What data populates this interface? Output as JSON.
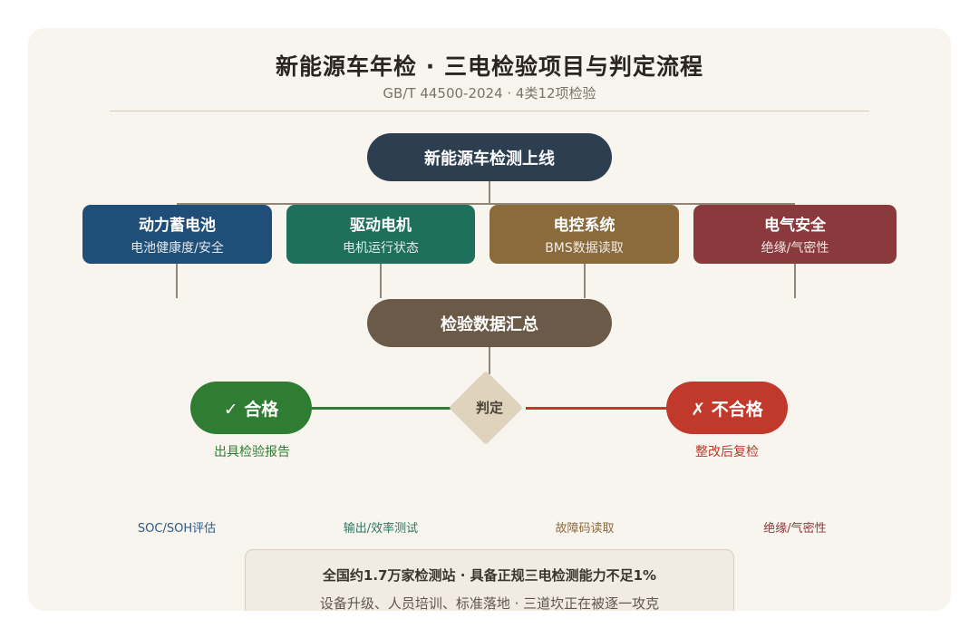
{
  "title": "新能源车年检 · 三电检验项目与判定流程",
  "subtitle": "GB/T 44500-2024 · 4类12项检验",
  "nodes": {
    "start": "新能源车检测上线",
    "summary": "检验数据汇总",
    "decision": "判定",
    "pass": "✓ 合格",
    "fail": "✗ 不合格",
    "pass_caption": "出具检验报告",
    "fail_caption": "整改后复检"
  },
  "categories": [
    {
      "title": "动力蓄电池",
      "sub": "电池健康度/安全",
      "color": "#1f4f78",
      "detail": "SOC/SOH评估",
      "detail_color": "#2d5a82"
    },
    {
      "title": "驱动电机",
      "sub": "电机运行状态",
      "color": "#1e6f5c",
      "detail": "输出/效率测试",
      "detail_color": "#2c7561"
    },
    {
      "title": "电控系统",
      "sub": "BMS数据读取",
      "color": "#8b6b3c",
      "detail": "故障码读取",
      "detail_color": "#8b6b3c"
    },
    {
      "title": "电气安全",
      "sub": "绝缘/气密性",
      "color": "#8a3a3c",
      "detail": "绝缘/气密性",
      "detail_color": "#8a3a3c"
    }
  ],
  "colors": {
    "start": "#2c3e50",
    "summary": "#6b5a48",
    "pass": "#2e7d32",
    "fail": "#c0392b"
  },
  "footer": {
    "line1": "全国约1.7万家检测站 · 具备正规三电检测能力不足1%",
    "line2": "设备升级、人员培训、标准落地 · 三道坎正在被逐一攻克"
  }
}
